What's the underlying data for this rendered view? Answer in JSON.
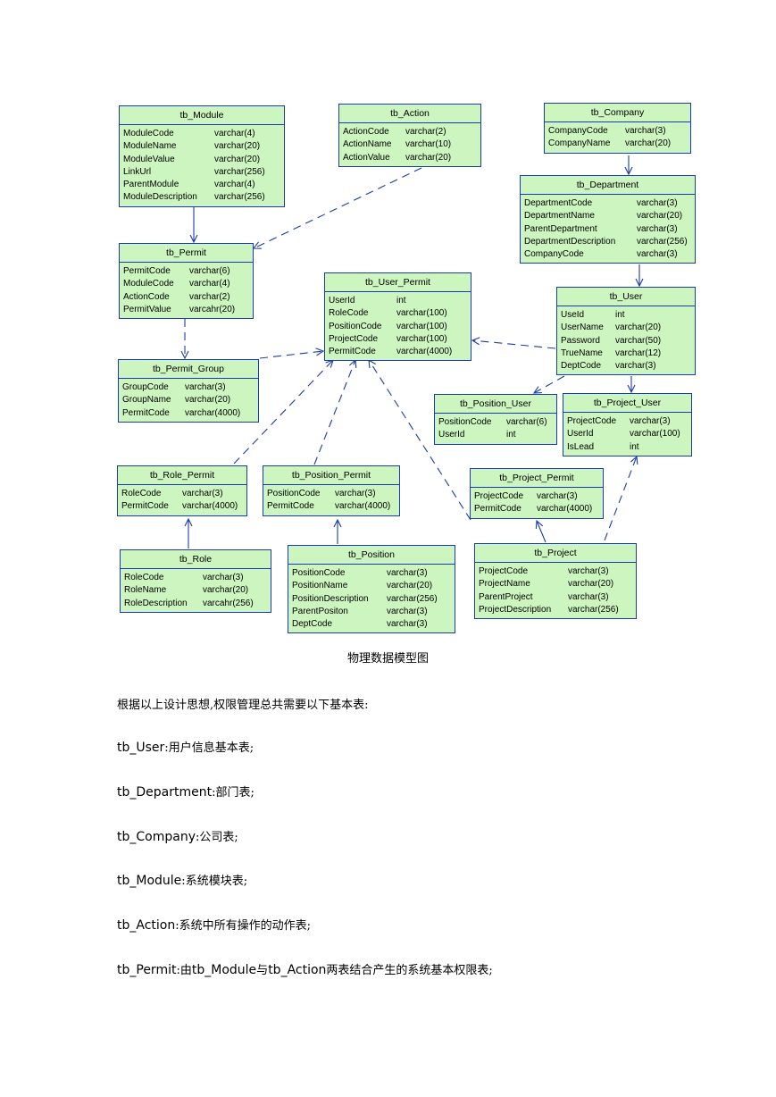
{
  "diagram": {
    "entities": [
      {
        "id": "tb_Module",
        "title": "tb_Module",
        "fields": [
          [
            "ModuleCode",
            "varchar(4)"
          ],
          [
            "ModuleName",
            "varchar(20)"
          ],
          [
            "ModuleValue",
            "varchar(20)"
          ],
          [
            "LinkUrl",
            "varchar(256)"
          ],
          [
            "ParentModule",
            "varchar(4)"
          ],
          [
            "ModuleDescription",
            "varchar(256)"
          ]
        ]
      },
      {
        "id": "tb_Action",
        "title": "tb_Action",
        "fields": [
          [
            "ActionCode",
            "varchar(2)"
          ],
          [
            "ActionName",
            "varchar(10)"
          ],
          [
            "ActionValue",
            "varchar(20)"
          ]
        ]
      },
      {
        "id": "tb_Company",
        "title": "tb_Company",
        "fields": [
          [
            "CompanyCode",
            "varchar(3)"
          ],
          [
            "CompanyName",
            "varchar(20)"
          ]
        ]
      },
      {
        "id": "tb_Department",
        "title": "tb_Department",
        "fields": [
          [
            "DepartmentCode",
            "varchar(3)"
          ],
          [
            "DepartmentName",
            "varchar(20)"
          ],
          [
            "ParentDepartment",
            "varchar(3)"
          ],
          [
            "DepartmentDescription",
            "varchar(256)"
          ],
          [
            "CompanyCode",
            "varchar(3)"
          ]
        ]
      },
      {
        "id": "tb_Permit",
        "title": "tb_Permit",
        "fields": [
          [
            "PermitCode",
            "varchar(6)"
          ],
          [
            "ModuleCode",
            "varchar(4)"
          ],
          [
            "ActionCode",
            "varchar(2)"
          ],
          [
            "PermitValue",
            "varcahr(20)"
          ]
        ]
      },
      {
        "id": "tb_User_Permit",
        "title": "tb_User_Permit",
        "fields": [
          [
            "UserId",
            "int"
          ],
          [
            "RoleCode",
            "varchar(100)"
          ],
          [
            "PositionCode",
            "varchar(100)"
          ],
          [
            "ProjectCode",
            "varchar(100)"
          ],
          [
            "PermitCode",
            "varchar(4000)"
          ]
        ]
      },
      {
        "id": "tb_User",
        "title": "tb_User",
        "fields": [
          [
            "UseId",
            "int"
          ],
          [
            "UserName",
            "varchar(20)"
          ],
          [
            "Password",
            "varchar(50)"
          ],
          [
            "TrueName",
            "varchar(12)"
          ],
          [
            "DeptCode",
            "varchar(3)"
          ]
        ]
      },
      {
        "id": "tb_Permit_Group",
        "title": "tb_Permit_Group",
        "fields": [
          [
            "GroupCode",
            "varchar(3)"
          ],
          [
            "GroupName",
            "varchar(20)"
          ],
          [
            "PermitCode",
            "varchar(4000)"
          ]
        ]
      },
      {
        "id": "tb_Position_User",
        "title": "tb_Position_User",
        "fields": [
          [
            "PositionCode",
            "varchar(6)"
          ],
          [
            "UserId",
            "int"
          ]
        ]
      },
      {
        "id": "tb_Project_User",
        "title": "tb_Project_User",
        "fields": [
          [
            "ProjectCode",
            "varchar(3)"
          ],
          [
            "UserId",
            "varchar(100)"
          ],
          [
            "IsLead",
            "int"
          ]
        ]
      },
      {
        "id": "tb_Role_Permit",
        "title": "tb_Role_Permit",
        "fields": [
          [
            "RoleCode",
            "varchar(3)"
          ],
          [
            "PermitCode",
            "varchar(4000)"
          ]
        ]
      },
      {
        "id": "tb_Position_Permit",
        "title": "tb_Position_Permit",
        "fields": [
          [
            "PositionCode",
            "varchar(3)"
          ],
          [
            "PermitCode",
            "varchar(4000)"
          ]
        ]
      },
      {
        "id": "tb_Project_Permit",
        "title": "tb_Project_Permit",
        "fields": [
          [
            "ProjectCode",
            "varchar(3)"
          ],
          [
            "PermitCode",
            "varchar(4000)"
          ]
        ]
      },
      {
        "id": "tb_Role",
        "title": "tb_Role",
        "fields": [
          [
            "RoleCode",
            "varchar(3)"
          ],
          [
            "RoleName",
            "varchar(20)"
          ],
          [
            "RoleDescription",
            "varcahr(256)"
          ]
        ]
      },
      {
        "id": "tb_Position",
        "title": "tb_Position",
        "fields": [
          [
            "PositionCode",
            "varchar(3)"
          ],
          [
            "PositionName",
            "varchar(20)"
          ],
          [
            "PositionDescription",
            "varchar(256)"
          ],
          [
            "ParentPositon",
            "varchar(3)"
          ],
          [
            "DeptCode",
            "varchar(3)"
          ]
        ]
      },
      {
        "id": "tb_Project",
        "title": "tb_Project",
        "fields": [
          [
            "ProjectCode",
            "varchar(3)"
          ],
          [
            "ProjectName",
            "varchar(20)"
          ],
          [
            "ParentProject",
            "varchar(3)"
          ],
          [
            "ProjectDescription",
            "varchar(256)"
          ]
        ]
      }
    ],
    "relations": [
      {
        "from": "tb_Module",
        "to": "tb_Permit",
        "style": "solid"
      },
      {
        "from": "tb_Action",
        "to": "tb_Permit",
        "style": "dashed"
      },
      {
        "from": "tb_Company",
        "to": "tb_Department",
        "style": "solid"
      },
      {
        "from": "tb_Department",
        "to": "tb_User",
        "style": "solid"
      },
      {
        "from": "tb_Permit",
        "to": "tb_Permit_Group",
        "style": "dashed"
      },
      {
        "from": "tb_Permit_Group",
        "to": "tb_User_Permit",
        "style": "dashed"
      },
      {
        "from": "tb_User",
        "to": "tb_User_Permit",
        "style": "dashed"
      },
      {
        "from": "tb_User",
        "to": "tb_Position_User",
        "style": "dashed"
      },
      {
        "from": "tb_User",
        "to": "tb_Project_User",
        "style": "solid"
      },
      {
        "from": "tb_Role_Permit",
        "to": "tb_User_Permit",
        "style": "dashed"
      },
      {
        "from": "tb_Position_Permit",
        "to": "tb_User_Permit",
        "style": "dashed"
      },
      {
        "from": "tb_Project_Permit",
        "to": "tb_User_Permit",
        "style": "dashed"
      },
      {
        "from": "tb_Role",
        "to": "tb_Role_Permit",
        "style": "solid"
      },
      {
        "from": "tb_Position",
        "to": "tb_Position_Permit",
        "style": "solid"
      },
      {
        "from": "tb_Project",
        "to": "tb_Project_Permit",
        "style": "solid"
      },
      {
        "from": "tb_Project",
        "to": "tb_Project_User",
        "style": "dashed"
      }
    ]
  },
  "caption": "物理数据模型图",
  "intro": "根据以上设计思想,权限管理总共需要以下基本表:",
  "items": [
    {
      "name": "tb_User",
      "sep": ":",
      "desc": "用户信息基本表;"
    },
    {
      "name": "tb_Department",
      "sep": ":",
      "desc": "部门表;"
    },
    {
      "name": "tb_Company",
      "sep": ":",
      "desc": "公司表;"
    },
    {
      "name": "tb_Module",
      "sep": ":",
      "desc": "系统模块表;"
    },
    {
      "name": "tb_Action",
      "sep": ":",
      "desc": "系统中所有操作的动作表;"
    }
  ],
  "last_item": {
    "name": "tb_Permit",
    "sep": ":",
    "pre": "由",
    "a": "tb_Module",
    "mid": "与",
    "b": "tb_Action",
    "post": "两表结合产生的系统基本权限表;"
  }
}
